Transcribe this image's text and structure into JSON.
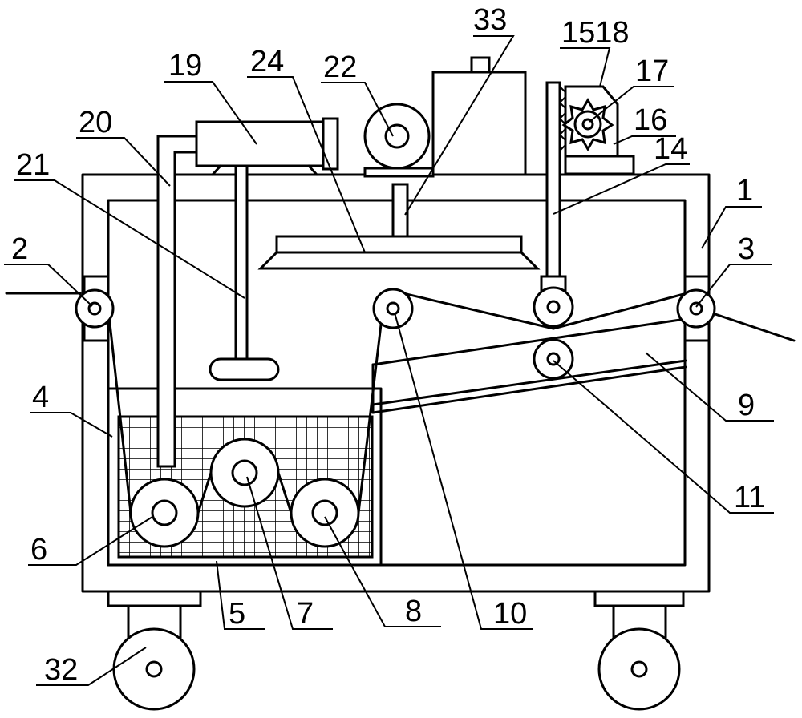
{
  "labels": {
    "n1": "1",
    "n2": "2",
    "n3": "3",
    "n4": "4",
    "n5": "5",
    "n6": "6",
    "n7": "7",
    "n8": "8",
    "n9": "9",
    "n10": "10",
    "n11": "11",
    "n14": "14",
    "n1518": "1518",
    "n16": "16",
    "n17": "17",
    "n19": "19",
    "n20": "20",
    "n21": "21",
    "n22": "22",
    "n24": "24",
    "n32": "32",
    "n33": "33"
  }
}
